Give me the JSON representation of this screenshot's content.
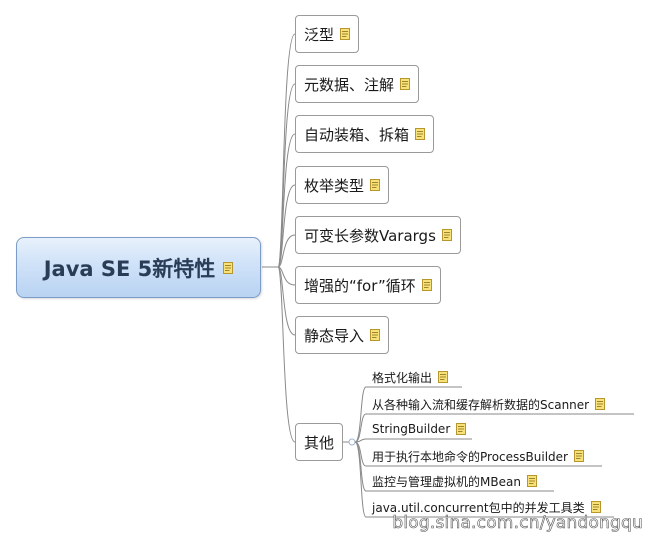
{
  "root": {
    "label": "Java SE 5新特性",
    "icon": "note-icon"
  },
  "topics": [
    {
      "id": "generics",
      "label": "泛型",
      "icon": "note-icon"
    },
    {
      "id": "metadata",
      "label": "元数据、注解",
      "icon": "note-icon"
    },
    {
      "id": "autoboxing",
      "label": "自动装箱、拆箱",
      "icon": "note-icon"
    },
    {
      "id": "enum",
      "label": "枚举类型",
      "icon": "note-icon"
    },
    {
      "id": "varargs",
      "label": "可变长参数Varargs",
      "icon": "note-icon"
    },
    {
      "id": "foreach",
      "label": "增强的“for”循环",
      "icon": "note-icon"
    },
    {
      "id": "static-import",
      "label": "静态导入",
      "icon": "note-icon"
    },
    {
      "id": "other",
      "label": "其他"
    }
  ],
  "other_subtopics": [
    {
      "label": "格式化输出",
      "icon": "note-icon"
    },
    {
      "label": "从各种输入流和缓存解析数据的Scanner",
      "icon": "note-icon"
    },
    {
      "label": "StringBuilder",
      "icon": "note-icon"
    },
    {
      "label": "用于执行本地命令的ProcessBuilder",
      "icon": "note-icon"
    },
    {
      "label": "监控与管理虚拟机的MBean",
      "icon": "note-icon"
    },
    {
      "label": "java.util.concurrent包中的并发工具类",
      "icon": "note-icon"
    }
  ],
  "watermark": "blog.sina.com.cn/yandongqu",
  "colors": {
    "root_border": "#7a9cc6",
    "root_fill": "#cfe2f8",
    "root_text": "#2a3d57",
    "connector": "#8a8a8a",
    "note_fill": "#f7e27a",
    "note_border": "#b8962e"
  }
}
